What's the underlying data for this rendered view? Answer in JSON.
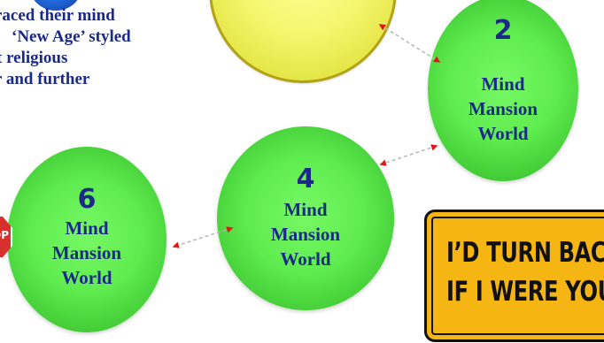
{
  "intro_text": {
    "line1": "raced their mind",
    "line2": "‘New Age’ styled",
    "line3": "t religious",
    "line4": "r and further"
  },
  "nodes": [
    {
      "id": "2",
      "number": "2",
      "label_line1": "Mind",
      "label_line2": "Mansion",
      "label_line3": "World"
    },
    {
      "id": "4",
      "number": "4",
      "label_line1": "Mind",
      "label_line2": "Mansion",
      "label_line3": "World"
    },
    {
      "id": "6",
      "number": "6",
      "label_line1": "Mind",
      "label_line2": "Mansion",
      "label_line3": "World"
    }
  ],
  "stop_sign": {
    "text": "OP"
  },
  "warning_sign": {
    "line1": "I’D TURN BACK",
    "line2": "IF I WERE YOU!"
  },
  "colors": {
    "text_blue": "#1b2a86",
    "node_green": "#5fec4f",
    "yellow_circle": "#f5f66d",
    "arrow_red": "#e01818",
    "sign_yellow": "#f5b512"
  }
}
